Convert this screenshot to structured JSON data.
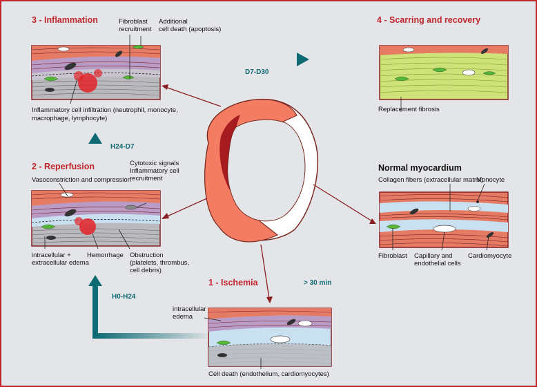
{
  "stages": {
    "inflammation": {
      "title": "3 - Inflammation",
      "fibroblast": "Fibroblast",
      "fibroblast2": "recruitment",
      "apoptosis": "Additional",
      "apoptosis2": "cell death (apoptosis)",
      "infiltration": "Inflammatory cell infiltration (neutrophil, monocyte,",
      "infiltration2": "macrophage, lymphocyte)"
    },
    "scarring": {
      "title": "4 - Scarring and recovery",
      "fibrosis": "Replacement fibrosis"
    },
    "reperfusion": {
      "title": "2 - Reperfusion",
      "vaso": "Vasoconstriction and compression",
      "cytotoxic": "Cytotoxic signals",
      "cytotoxic2": "Inflammatory cell",
      "cytotoxic3": "recruitment",
      "edema": "intracellular +",
      "edema2": "extracellular edema",
      "hemorrhage": "Hemorrhage",
      "obstruction": "Obstruction",
      "obstruction2": "(platelets, thrombus,",
      "obstruction3": "cell debris)"
    },
    "normal": {
      "title": "Normal myocardium",
      "collagen": "Collagen fibers (extracellular matrix)",
      "monocyte": "Monocyte",
      "fibroblast": "Fibroblast",
      "capillary": "Capillary and",
      "capillary2": "endothelial cells",
      "cardiomyocyte": "Cardiomyocyte"
    },
    "ischemia": {
      "title": "1 - Ischemia",
      "edema": "intracellular",
      "edema2": "edema",
      "death": "Cell death (endothelium, cardiomyocytes)"
    }
  },
  "timings": {
    "d7_d30": "D7-D30",
    "h24_d7": "H24-D7",
    "h0_h24": "H0-H24",
    "gt30": "> 30 min"
  },
  "colors": {
    "accent_red": "#c0262c",
    "teal_arrow": "#0e6b74",
    "background": "#e4e5e8",
    "muscle_red": "#e2745f",
    "fibrosis_green": "#cfe27a",
    "edema_blue": "#c8e0ef",
    "fibroblast_green": "#57b53a"
  }
}
